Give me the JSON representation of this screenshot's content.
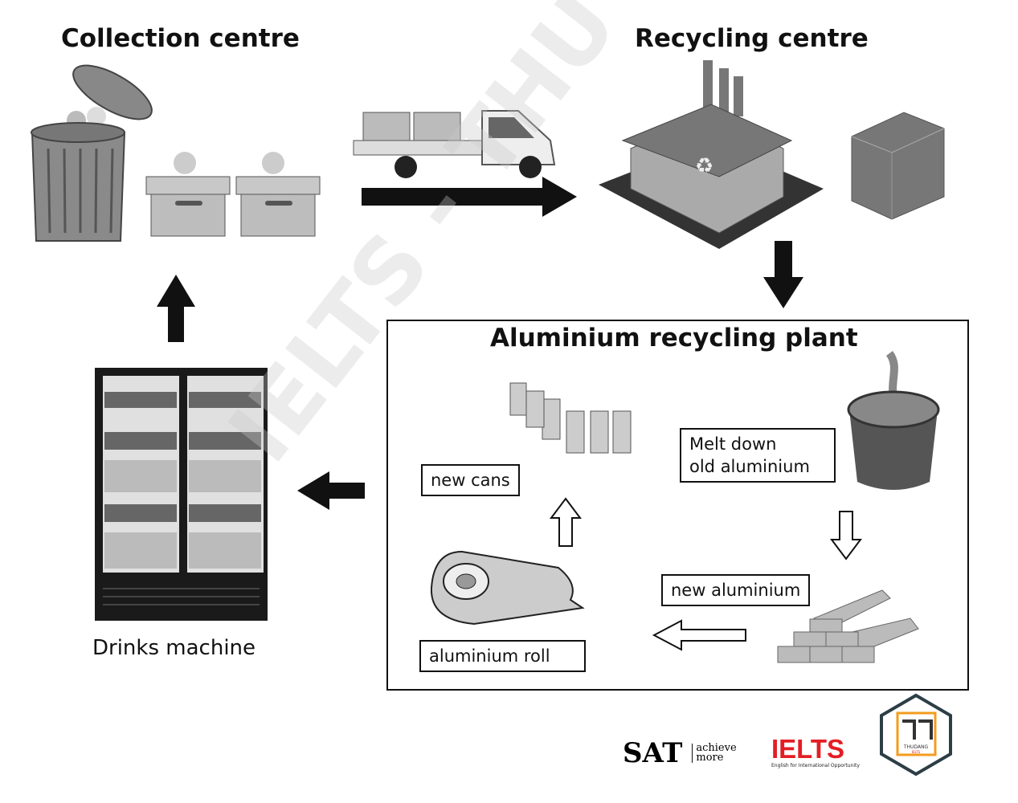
{
  "titles": {
    "collection": "Collection centre",
    "recycling": "Recycling centre",
    "plant": "Aluminium recycling plant",
    "drinks": "Drinks machine"
  },
  "boxes": {
    "melt": "Melt down",
    "melt2": "old aluminium",
    "new_aluminium": "new aluminium",
    "roll": "aluminium roll",
    "cans": "new cans"
  },
  "watermark": "IELTS - THU ĐẶNG",
  "logos": {
    "sat": "SAT",
    "sat_tag1": "achieve",
    "sat_tag2": "more",
    "ielts": "IELTS",
    "ielts_tag": "English for International Opportunity",
    "thudang": "THUDANG",
    "thudang_sub": "IELTS"
  },
  "colors": {
    "ielts_red": "#e31e24",
    "badge_orange": "#f39c1e",
    "badge_border": "#2c3e46"
  }
}
